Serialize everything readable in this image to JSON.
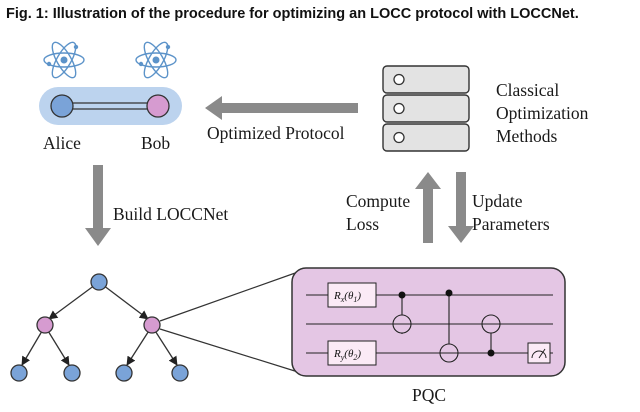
{
  "figure": {
    "caption": "Fig. 1: Illustration of the procedure for optimizing an LOCC protocol with LOCCNet."
  },
  "parties": {
    "left": "Alice",
    "right": "Bob"
  },
  "labels": {
    "optimized_protocol": "Optimized Protocol",
    "classical_optimization": [
      "Classical",
      "Optimization",
      "Methods"
    ],
    "build_loccnet": "Build LOCCNet",
    "compute_loss": [
      "Compute",
      "Loss"
    ],
    "update_parameters": [
      "Update",
      "Parameters"
    ],
    "pqc": "PQC"
  },
  "circuit": {
    "gate_top": "R",
    "gate_top_sub": "x",
    "gate_top_arg": "(θ",
    "gate_top_arg_sub": "1",
    "gate_top_close": ")",
    "gate_bottom": "R",
    "gate_bottom_sub": "y",
    "gate_bottom_arg": "(θ",
    "gate_bottom_arg_sub": "2",
    "gate_bottom_close": ")"
  },
  "colors": {
    "node_blue": "#7aa3d8",
    "node_pink": "#d69bd0",
    "pill_blue": "#bcd3ee",
    "pqc_fill": "#e4c6e4",
    "atom": "#5c93c9",
    "arrow_gray": "#8a8a8a"
  }
}
